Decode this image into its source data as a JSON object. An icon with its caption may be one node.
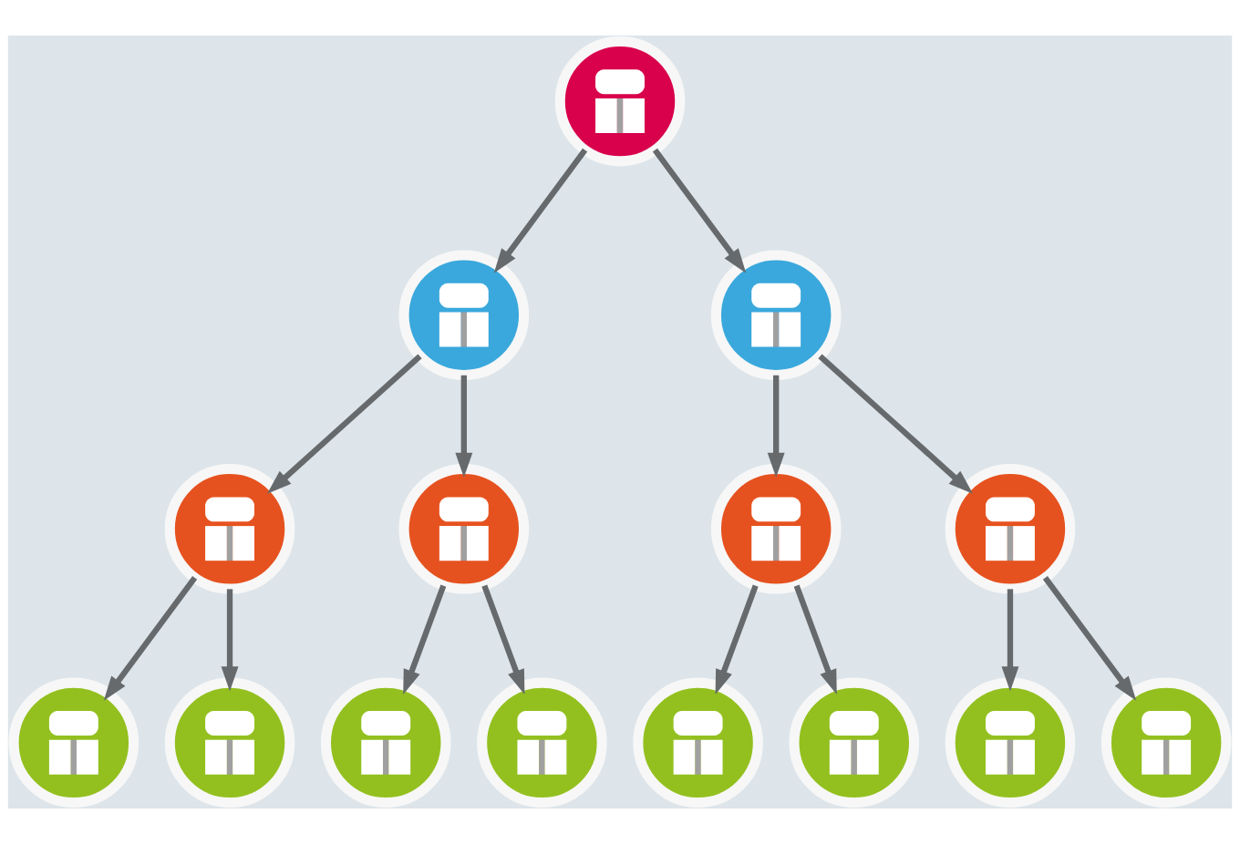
{
  "diagram": {
    "nodes": [
      {
        "text": [],
        "shape": "person"
      },
      {
        "text": [],
        "shape": "person"
      },
      {
        "text": [],
        "shape": "person"
      },
      {
        "text": [],
        "shape": "person"
      },
      {
        "text": [],
        "shape": "person"
      },
      {
        "text": [],
        "shape": "person"
      },
      {
        "text": [],
        "shape": "person"
      },
      {
        "text": [],
        "shape": "person"
      },
      {
        "text": [],
        "shape": "person"
      },
      {
        "text": [],
        "shape": "person"
      },
      {
        "text": [],
        "shape": "person"
      },
      {
        "text": [],
        "shape": "person"
      },
      {
        "text": [],
        "shape": "person"
      },
      {
        "text": [],
        "shape": "person"
      },
      {
        "text": [],
        "shape": "person"
      }
    ],
    "edges": [
      {
        "from": 0,
        "to": 1,
        "arrow": "to"
      },
      {
        "from": 0,
        "to": 2,
        "arrow": "to"
      },
      {
        "from": 1,
        "to": 3,
        "arrow": "to"
      },
      {
        "from": 1,
        "to": 4,
        "arrow": "to"
      },
      {
        "from": 2,
        "to": 5,
        "arrow": "to"
      },
      {
        "from": 2,
        "to": 6,
        "arrow": "to"
      },
      {
        "from": 3,
        "to": 7,
        "arrow": "to"
      },
      {
        "from": 3,
        "to": 8,
        "arrow": "to"
      },
      {
        "from": 4,
        "to": 9,
        "arrow": "to"
      },
      {
        "from": 4,
        "to": 10,
        "arrow": "to"
      },
      {
        "from": 5,
        "to": 11,
        "arrow": "to"
      },
      {
        "from": 5,
        "to": 12,
        "arrow": "to"
      },
      {
        "from": 6,
        "to": 13,
        "arrow": "to"
      },
      {
        "from": 6,
        "to": 14,
        "arrow": "to"
      }
    ]
  }
}
